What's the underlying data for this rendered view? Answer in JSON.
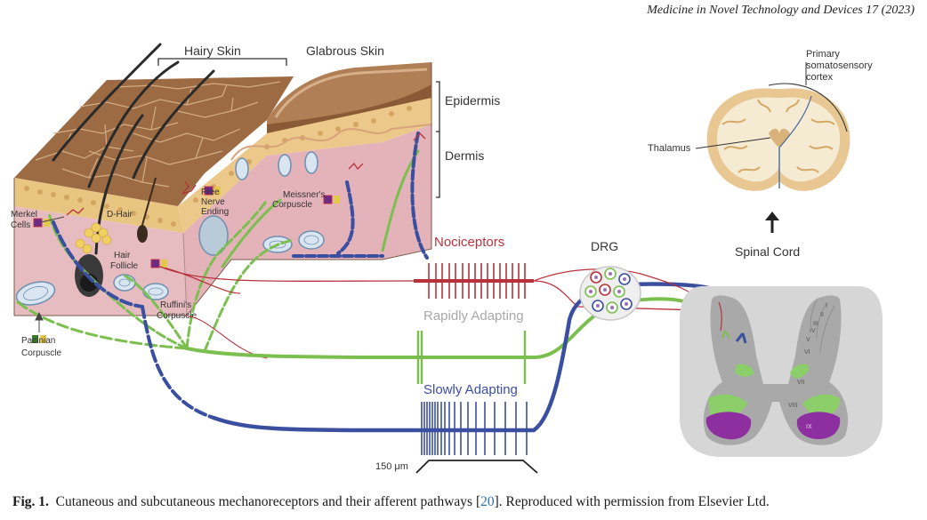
{
  "journal": "Medicine in Novel Technology and Devices 17 (2023)",
  "figure": {
    "labels": {
      "hairy_skin": "Hairy Skin",
      "glabrous_skin": "Glabrous Skin",
      "epidermis": "Epidermis",
      "dermis": "Dermis",
      "merkel_cells": [
        "Merkel",
        "Cells"
      ],
      "d_hair": "D-Hair",
      "free_nerve_ending": [
        "Free",
        "Nerve",
        "Ending"
      ],
      "meissners_corpuscle": [
        "Meissner's",
        "Corpuscle"
      ],
      "hair_follicle": [
        "Hair",
        "Follicle"
      ],
      "ruffinis_corpuscle": [
        "Ruffini's",
        "Corpuscle"
      ],
      "pacinian_corpuscle": [
        "Pacinian",
        "Corpuscle"
      ],
      "nociceptors": "Nociceptors",
      "rapidly_adapting": "Rapidly Adapting",
      "slowly_adapting": "Slowly Adapting",
      "scale": "150 μm",
      "drg": "DRG",
      "spinal_cord": "Spinal Cord",
      "thalamus": "Thalamus",
      "cortex": [
        "Primary",
        "somatosensory",
        "cortex"
      ],
      "laminae": [
        "I",
        "II",
        "III",
        "IV",
        "V",
        "VI",
        "VII",
        "VIII",
        "IX"
      ]
    },
    "colors": {
      "nociceptor": "#b8323c",
      "rapidly_adapting": "#7bbf4e",
      "slowly_adapting": "#3a4fa0",
      "skin_top": "#a0704a",
      "dermis": "#e6bcc0",
      "fat": "#e8c07c",
      "spinal_grey": "#bdbdbd",
      "lamina_green": "#8ccf6a",
      "lamina_purple": "#8e2fa0"
    }
  },
  "caption": {
    "label": "Fig. 1.",
    "text_before": "Cutaneous and subcutaneous mechanoreceptors and their afferent pathways [",
    "ref": "20",
    "text_after": "]. Reproduced with permission from Elsevier Ltd."
  }
}
